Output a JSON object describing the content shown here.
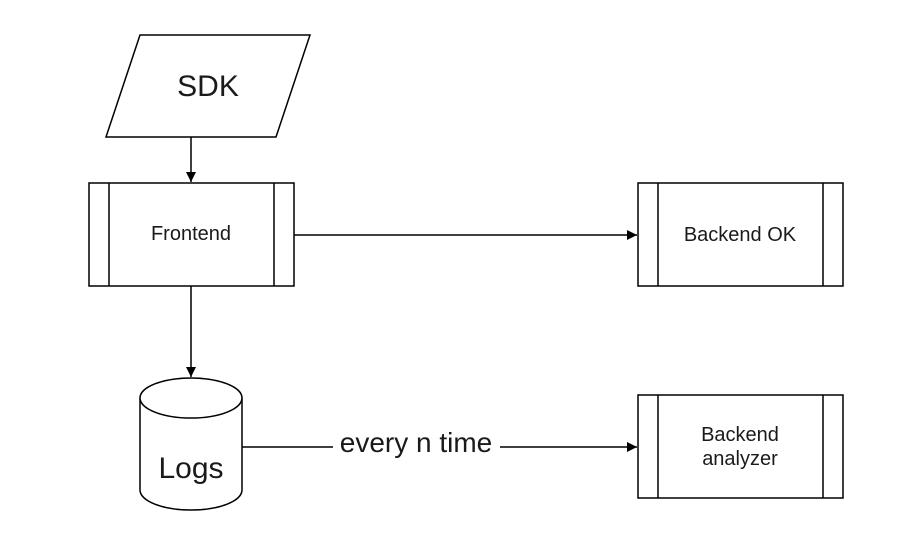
{
  "diagram": {
    "nodes": {
      "sdk": {
        "label": "SDK",
        "shape": "parallelogram"
      },
      "frontend": {
        "label": "Frontend",
        "shape": "process"
      },
      "backend_ok": {
        "label": "Backend OK",
        "shape": "process"
      },
      "logs": {
        "label": "Logs",
        "shape": "cylinder"
      },
      "backend_analyzer": {
        "label_line1": "Backend",
        "label_line2": "analyzer",
        "shape": "process"
      }
    },
    "edges": [
      {
        "from": "sdk",
        "to": "frontend",
        "label": ""
      },
      {
        "from": "frontend",
        "to": "backend_ok",
        "label": ""
      },
      {
        "from": "frontend",
        "to": "logs",
        "label": ""
      },
      {
        "from": "logs",
        "to": "backend_analyzer",
        "label": "every n time"
      }
    ]
  },
  "colors": {
    "stroke": "#000000",
    "fill": "#ffffff",
    "text": "#1a1a1a"
  }
}
